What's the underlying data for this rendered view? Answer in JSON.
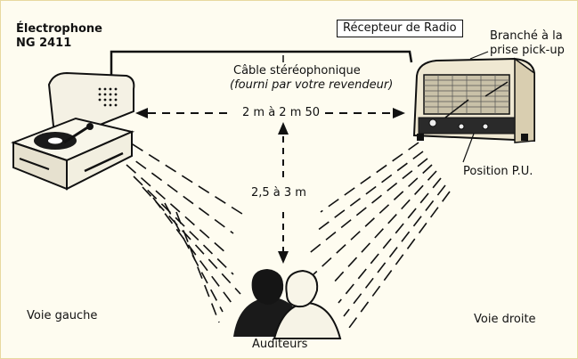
{
  "labels": {
    "electrophone_line1": "Électrophone",
    "electrophone_line2": "NG 2411",
    "radio_receiver": "Récepteur de Radio",
    "branche_line1": "Branché à la",
    "branche_line2": "prise pick-up",
    "cable_line1": "Câble stéréophonique",
    "cable_line2": "(fourni par votre revendeur)",
    "distance_horizontal": "2 m à 2 m 50",
    "distance_vertical": "2,5 à 3 m",
    "position_pu": "Position P.U.",
    "left_channel": "Voie gauche",
    "right_channel": "Voie droite",
    "listeners": "Auditeurs"
  },
  "colors": {
    "background": "#fefcf0",
    "ink": "#111111",
    "frame": "#e8d9a0"
  },
  "icons": {
    "record_player": "record-player-icon",
    "radio": "radio-receiver-icon",
    "listeners": "listeners-icon"
  }
}
